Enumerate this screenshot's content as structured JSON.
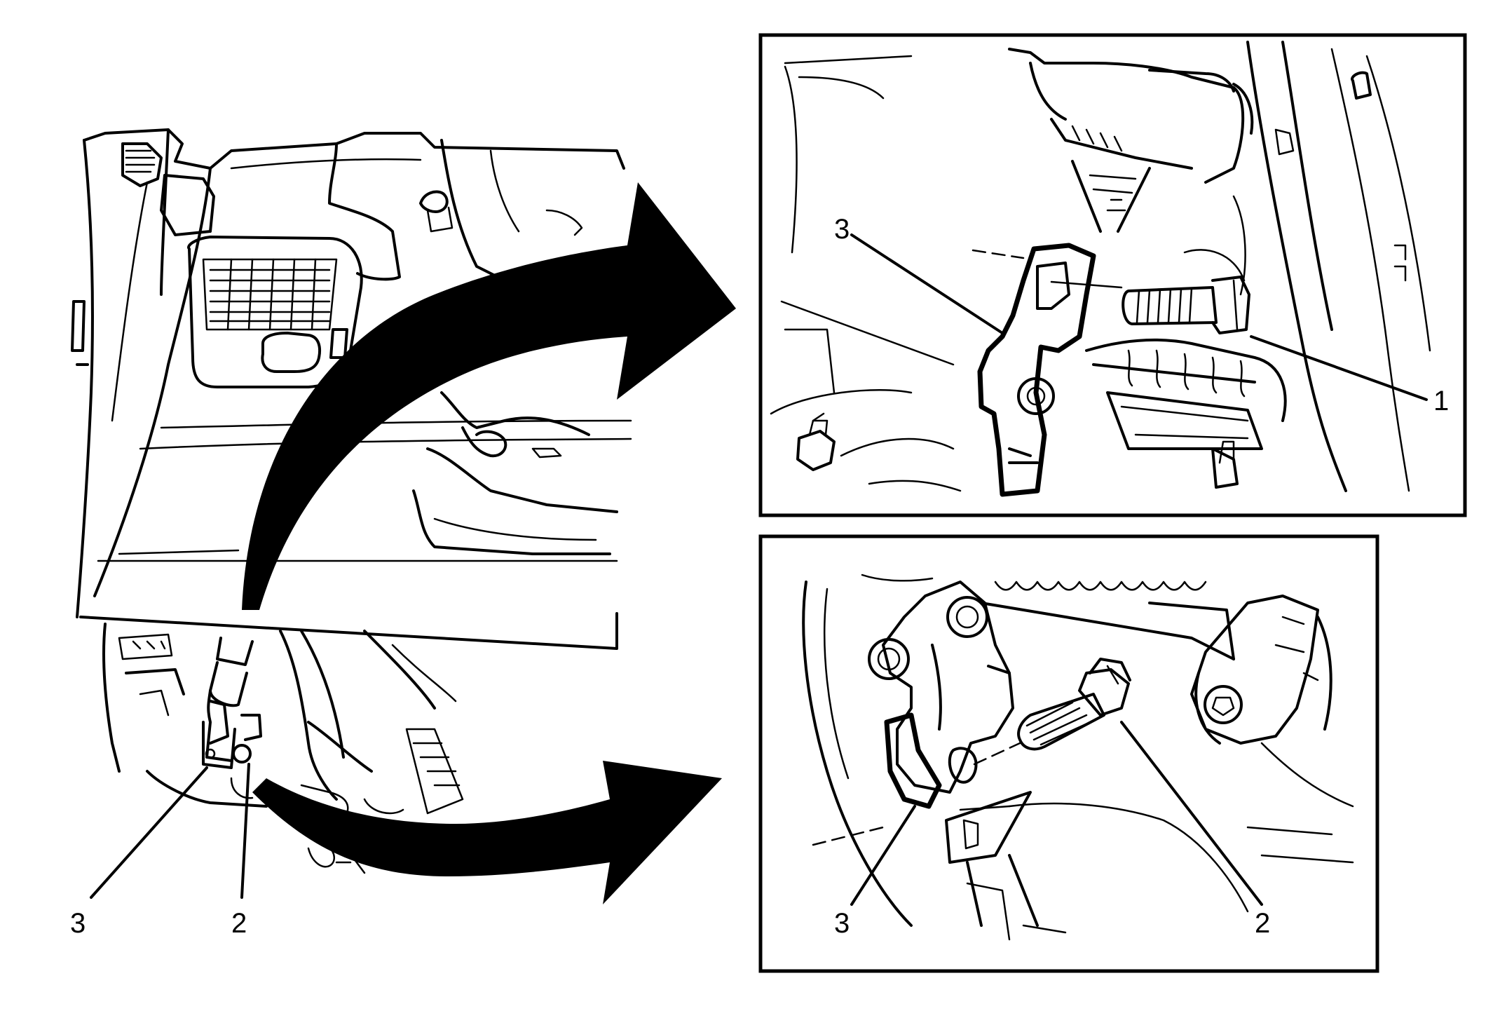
{
  "figure": {
    "overview": {
      "callouts": [
        "3",
        "2"
      ]
    },
    "detail_top": {
      "callouts": [
        "3",
        "1"
      ]
    },
    "detail_bottom": {
      "callouts": [
        "3",
        "2"
      ]
    }
  },
  "colors": {
    "ink": "#000000",
    "paper": "#ffffff"
  }
}
